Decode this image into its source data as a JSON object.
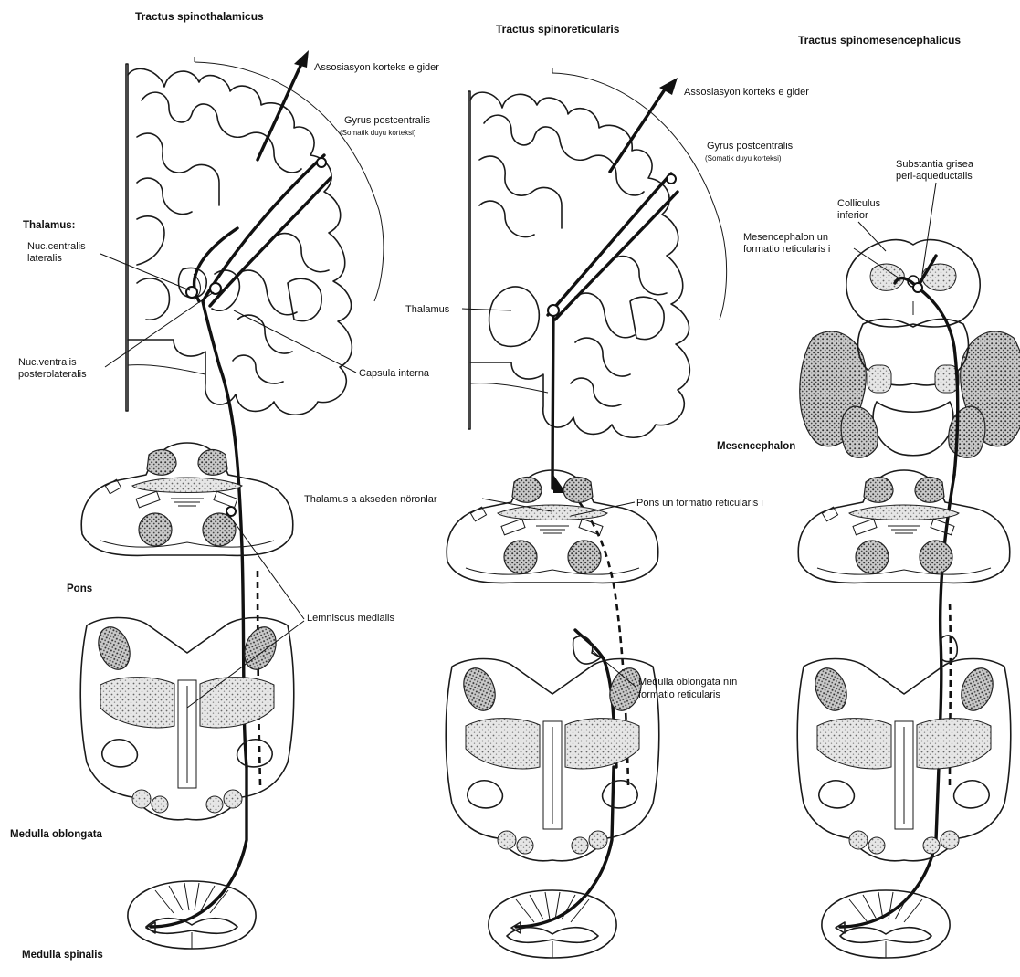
{
  "titles": {
    "left": "Tractus spinothalamicus",
    "middle": "Tractus spinoreticularis",
    "right": "Tractus spinomesencephalicus"
  },
  "labels": {
    "assoc_left": "Assosiasyon korteks e gider",
    "gyrus_left": "Gyrus postcentralis",
    "gyrus_left_sub": "(Somatik duyu korteksi)",
    "thalamus_heading": "Thalamus:",
    "nuc_central_1": "Nuc.centralis",
    "nuc_central_2": "lateralis",
    "nuc_ventral_1": "Nuc.ventralis",
    "nuc_ventral_2": "posterolateralis",
    "capsula": "Capsula interna",
    "pons": "Pons",
    "lemniscus": "Lemniscus medialis",
    "medulla_obl": "Medulla oblongata",
    "medulla_spin": "Medulla spinalis",
    "assoc_mid": "Assosiasyon korteks e gider",
    "gyrus_mid": "Gyrus postcentralis",
    "gyrus_mid_sub": "(Somatik duyu korteksi)",
    "thalamus_mid": "Thalamus",
    "thal_akseden": "Thalamus a akseden nöronlar",
    "pons_form": "Pons un formatio reticularis i",
    "medulla_form_1": "Medulla oblongata nın",
    "medulla_form_2": "formatio reticularis",
    "substantia_1": "Substantia grisea",
    "substantia_2": "peri-aqueductalis",
    "colliculus_1": "Colliculus",
    "colliculus_2": "inferior",
    "mesenc_form_1": "Mesencephalon un",
    "mesenc_form_2": "formatio reticularis i",
    "mesencephalon": "Mesencephalon"
  },
  "icons": {
    "arrow": "arrow-head-icon"
  },
  "colors": {
    "ink": "#111111",
    "background": "#ffffff"
  }
}
